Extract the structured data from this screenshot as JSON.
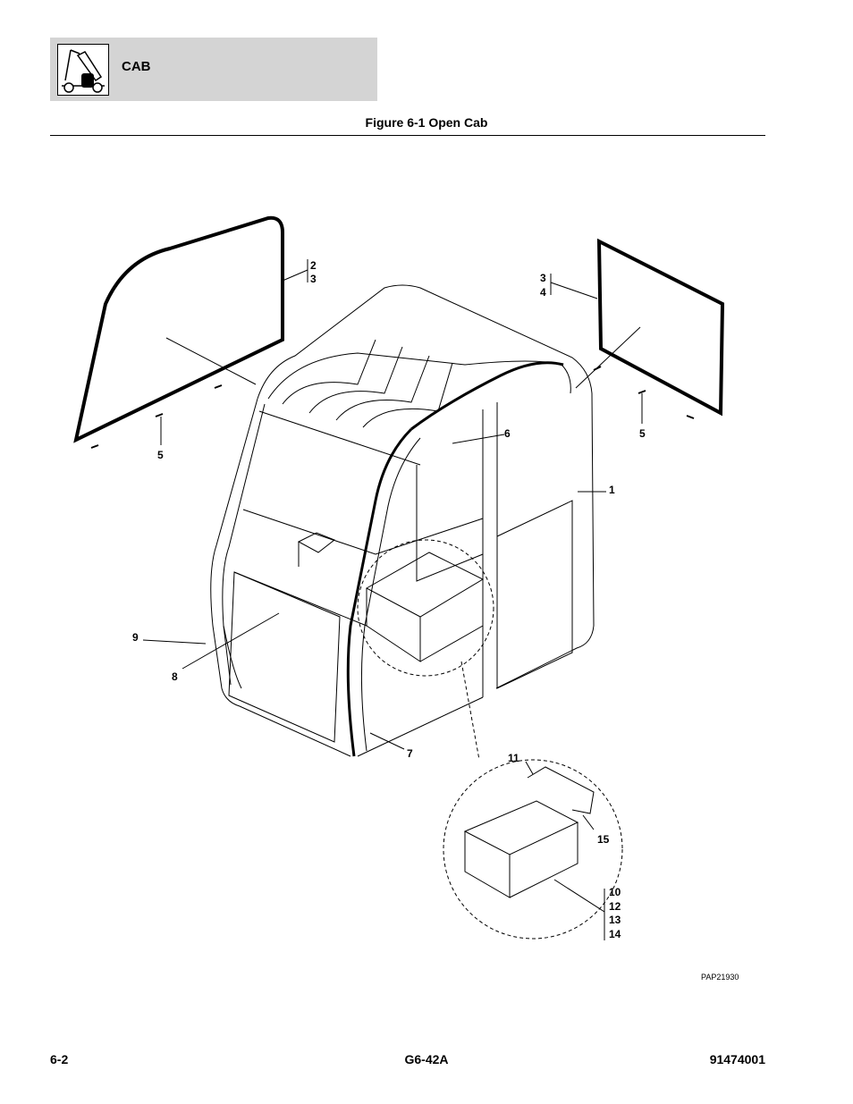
{
  "header": {
    "section_title": "CAB",
    "icon": "telehandler-icon"
  },
  "figure": {
    "caption": "Figure 6-1 Open Cab",
    "drawing_id": "PAP21930",
    "callouts": {
      "c1": "1",
      "c2": "2",
      "c3a": "3",
      "c3b": "3",
      "c4": "4",
      "c5a": "5",
      "c5b": "5",
      "c6": "6",
      "c7": "7",
      "c8": "8",
      "c9": "9",
      "c10": "10",
      "c11": "11",
      "c12": "12",
      "c13": "13",
      "c14": "14",
      "c15": "15"
    }
  },
  "footer": {
    "page": "6-2",
    "model": "G6-42A",
    "part_number": "91474001"
  }
}
